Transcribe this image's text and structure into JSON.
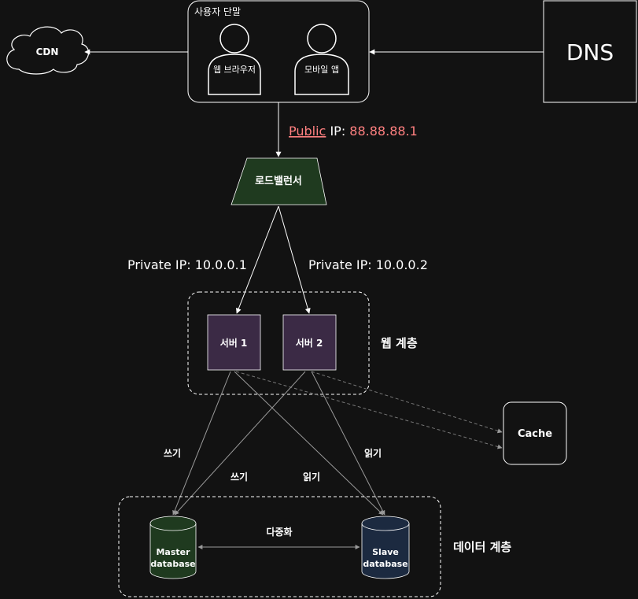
{
  "colors": {
    "background": "#121212",
    "stroke": "#ffffff",
    "edge": "#bdbdbd",
    "dashed_edge": "#6b6b6b",
    "highlight": "#ff8080",
    "load_balancer_fill": "#1f3a1f",
    "server_fill": "#3b2a45",
    "master_db_fill": "#1f3a1f",
    "slave_db_fill": "#1c2a40"
  },
  "clients": {
    "group_label": "사용자 단말",
    "web_browser": "웹 브라우저",
    "mobile_app": "모바일 앱"
  },
  "cdn": {
    "label": "CDN"
  },
  "dns": {
    "label": "DNS"
  },
  "public_ip": {
    "prefix": "Public",
    "middle": " IP: ",
    "address": "88.88.88.1"
  },
  "load_balancer": {
    "label": "로드밸런서"
  },
  "private_ips": {
    "left": "Private IP: 10.0.0.1",
    "right": "Private IP: 10.0.0.2"
  },
  "web_tier": {
    "label": "웹 계층",
    "servers": [
      {
        "label": "서버 1"
      },
      {
        "label": "서버 2"
      }
    ]
  },
  "cache": {
    "label": "Cache"
  },
  "edge_labels": {
    "write_left": "쓰기",
    "write_center": "쓰기",
    "read_center": "읽기",
    "read_right": "읽기"
  },
  "data_tier": {
    "label": "데이터 계층",
    "replication": "다중화",
    "master": {
      "line1": "Master",
      "line2": "database"
    },
    "slave": {
      "line1": "Slave",
      "line2": "database"
    }
  }
}
